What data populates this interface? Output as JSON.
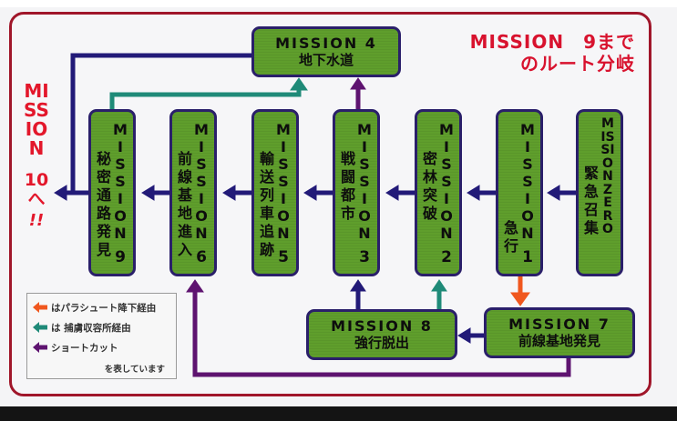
{
  "title": {
    "line1": "MISSION　9まで",
    "line2": "のルート分岐"
  },
  "side_label": {
    "vertical": "MISSION",
    "line2": "10へ",
    "line3": "!!"
  },
  "missions_vertical": [
    {
      "id": "m9",
      "en": "MISSION",
      "ja": "秘密通路発見",
      "num": "9"
    },
    {
      "id": "m6",
      "en": "MISSION",
      "ja": "前線基地進入",
      "num": "6"
    },
    {
      "id": "m5",
      "en": "MISSION",
      "ja": "輸送列車追跡",
      "num": "5"
    },
    {
      "id": "m3",
      "en": "MISSION",
      "ja": "戦闘都市",
      "num": "3"
    },
    {
      "id": "m2",
      "en": "MISSION",
      "ja": "密林突破",
      "num": "2"
    },
    {
      "id": "m1",
      "en": "MISSION",
      "ja": "急行",
      "num": "1"
    },
    {
      "id": "m0",
      "en": "MISSION ZERO",
      "ja": "緊急召集",
      "num": ""
    }
  ],
  "missions_horizontal": [
    {
      "id": "m4",
      "en": "MISSION 4",
      "ja": "地下水道"
    },
    {
      "id": "m8",
      "en": "MISSION 8",
      "ja": "強行脱出"
    },
    {
      "id": "m7",
      "en": "MISSION 7",
      "ja": "前線基地発見"
    }
  ],
  "legend": {
    "items": [
      {
        "color_name": "orange",
        "text": "はパラシュート降下経由"
      },
      {
        "color_name": "teal",
        "text": "は 捕虜収容所経由"
      },
      {
        "color_name": "purple",
        "text": "ショートカット"
      }
    ],
    "note": "を表しています"
  },
  "colors": {
    "frame": "#a0162a",
    "title_red": "#d8122e",
    "box_green": "#5f9e2c",
    "box_border": "#2a1f6a",
    "navy": "#221a78",
    "teal": "#1f8a78",
    "purple": "#5e1370",
    "orange": "#f0571e"
  }
}
